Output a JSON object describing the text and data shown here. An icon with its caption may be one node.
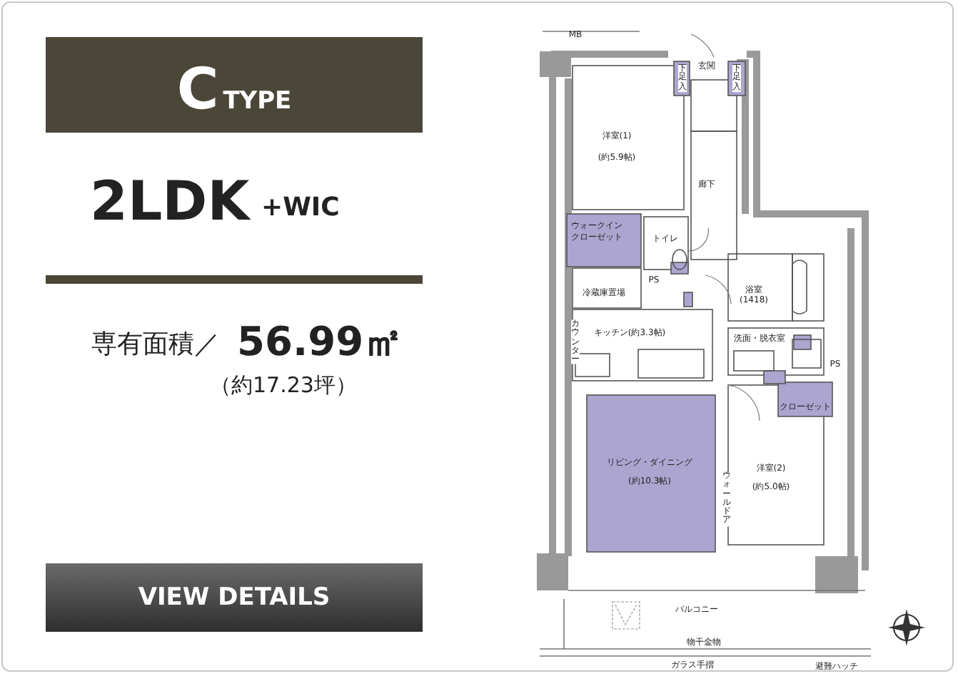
{
  "diagram": {
    "nodes": [
      {
        "text": [
          "C",
          "TYPE"
        ]
      },
      {
        "text": [
          "VIEW DETAILS"
        ]
      }
    ],
    "labels": [
      "2LDK",
      "+WIC",
      "専有面積／",
      "56.99㎡",
      "（約17.23坪）",
      "MB",
      "下足入",
      "玄関",
      "下足入",
      "洋室(1)",
      "(約5.9帖)",
      "廊下",
      "ウォークイン",
      "クローゼット",
      "トイレ",
      "PS",
      "冷蔵庫置場",
      "カウンター",
      "キッチン(約3.3帖)",
      "浴室",
      "(1418)",
      "洗面・脱衣室",
      "PS",
      "クローゼット",
      "リビング・ダイニング",
      "(約10.3帖)",
      "ウォールドア",
      "洋室(2)",
      "(約5.0帖)",
      "バルコニー",
      "物干金物",
      "ガラス手摺",
      "避難ハッチ"
    ]
  }
}
